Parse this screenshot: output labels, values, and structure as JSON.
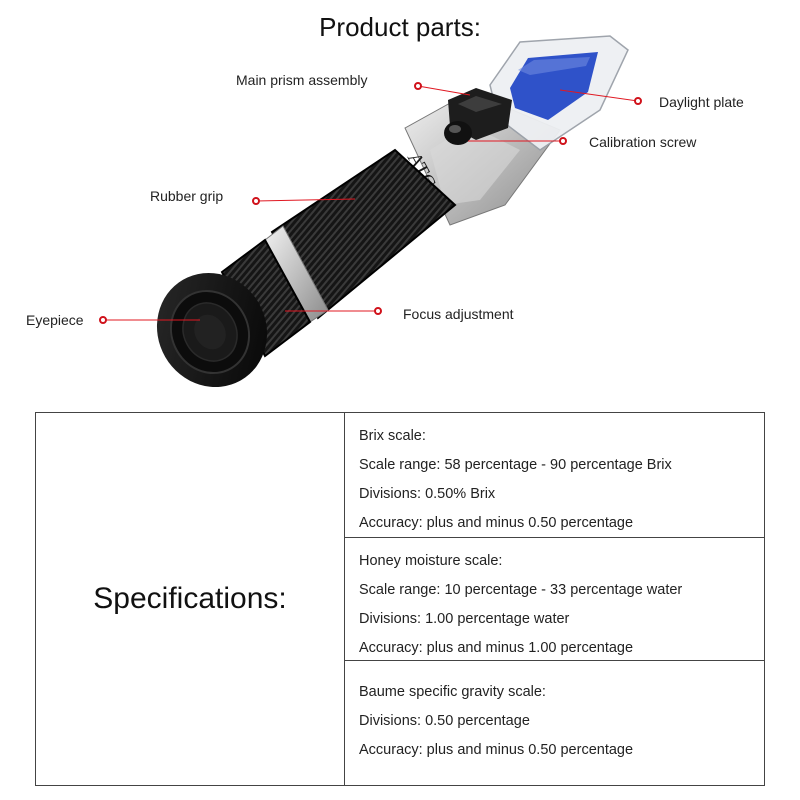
{
  "header": {
    "title": "Product parts:"
  },
  "parts": {
    "main_prism_assembly": "Main prism assembly",
    "daylight_plate": "Daylight plate",
    "calibration_screw": "Calibration screw",
    "rubber_grip": "Rubber grip",
    "eyepiece": "Eyepiece",
    "focus_adjustment": "Focus adjustment",
    "atc_marking": "ATC"
  },
  "colors": {
    "callout_dot": "#d0121b",
    "callout_line": "#e01822",
    "prism_blue": "#2f52c9",
    "grip": "#141414"
  },
  "specs": {
    "heading": "Specifications:",
    "groups": [
      {
        "lines": [
          "Brix scale:",
          "Scale range: 58 percentage - 90 percentage Brix",
          "Divisions: 0.50% Brix",
          "Accuracy: plus and minus 0.50 percentage"
        ]
      },
      {
        "lines": [
          "Honey moisture scale:",
          "Scale range: 10 percentage - 33 percentage water",
          "Divisions: 1.00 percentage water",
          "Accuracy: plus and minus 1.00 percentage"
        ]
      },
      {
        "lines": [
          "Baume specific gravity scale:",
          "Divisions: 0.50 percentage",
          "Accuracy: plus and minus 0.50 percentage"
        ]
      }
    ]
  }
}
